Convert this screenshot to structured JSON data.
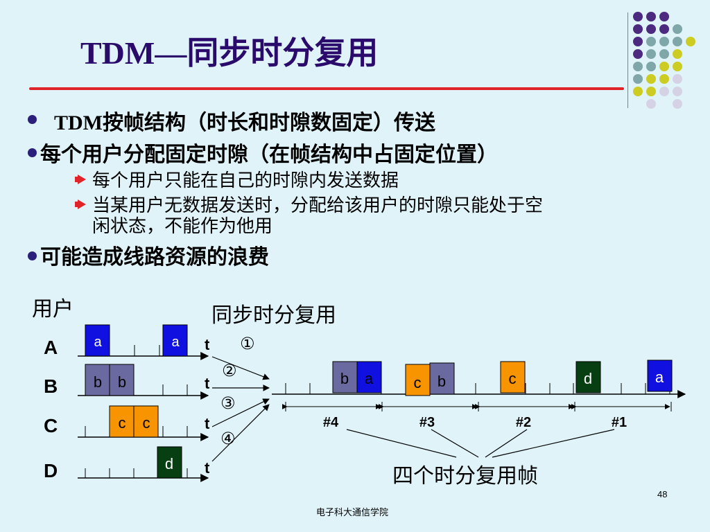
{
  "slide": {
    "title_latin": "TDM—",
    "title_zh": "同步时分复用",
    "page_number": "48",
    "footer": "电子科大通信学院",
    "colors": {
      "title": "#2a0b6b",
      "rule": "#e0242a",
      "bg": "#dff3f9",
      "user_a": "#1010e0",
      "user_b": "#6a6aa0",
      "user_c": "#f79400",
      "user_d": "#073e12"
    }
  },
  "bullets": {
    "b1_latin": "TDM",
    "b1_zh": "按帧结构（时长和时隙数固定）传送",
    "b2": "每个用户分配固定时隙（在帧结构中占固定位置）",
    "b2_sub1": "每个用户只能在自己的时隙内发送数据",
    "b2_sub2_line1": "当某用户无数据发送时，分配给该用户的时隙只能处于空",
    "b2_sub2_line2": "闲状态，不能作为他用",
    "b3": "可能造成线路资源的浪费"
  },
  "diagram": {
    "users_label": "用户",
    "mux_label": "同步时分复用",
    "frames_label": "四个时分复用帧",
    "time_label": "t",
    "users": [
      {
        "name": "A",
        "slot_letter": "a",
        "circle": "①"
      },
      {
        "name": "B",
        "slot_letter": "b",
        "circle": "②"
      },
      {
        "name": "C",
        "slot_letter": "c",
        "circle": "③"
      },
      {
        "name": "D",
        "slot_letter": "d",
        "circle": "④"
      }
    ],
    "frames": [
      "#4",
      "#3",
      "#2",
      "#1"
    ]
  }
}
